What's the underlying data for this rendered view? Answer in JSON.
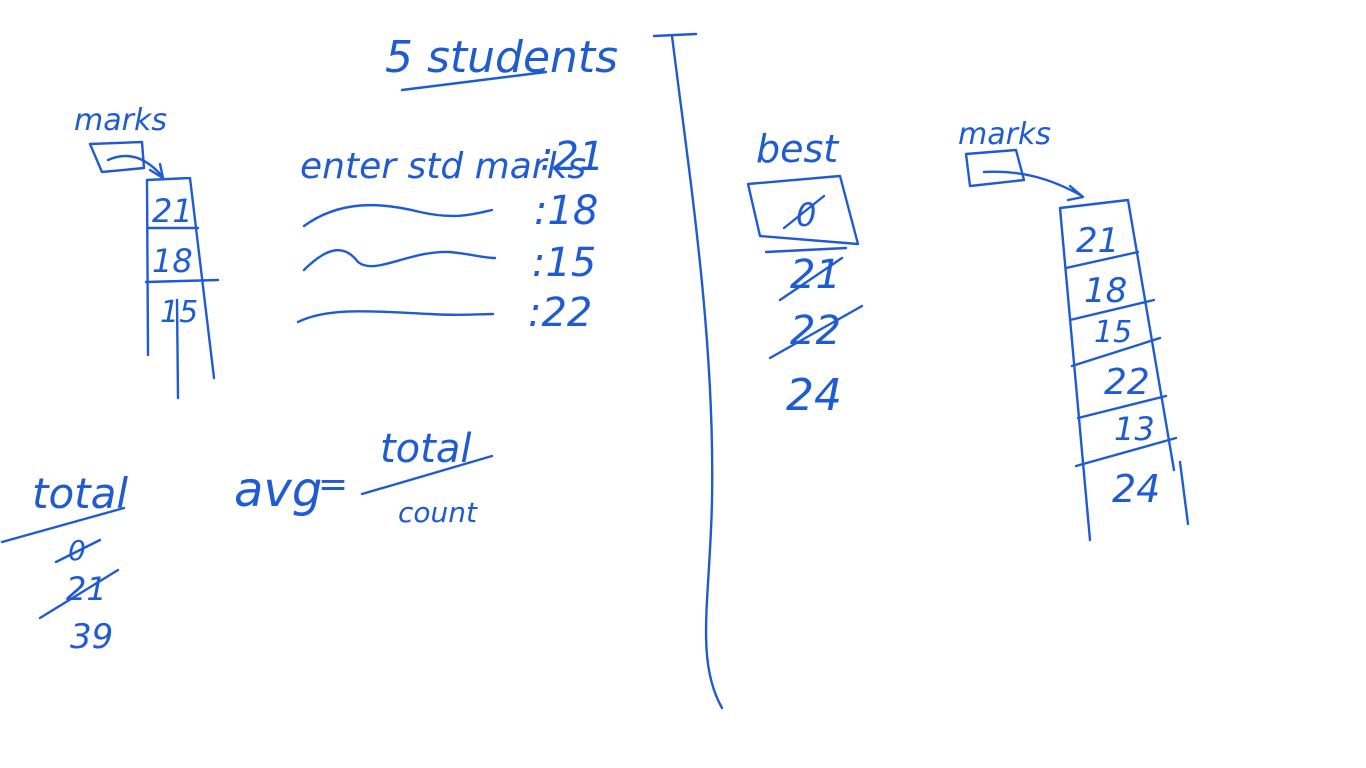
{
  "title": "5 students",
  "left_array": {
    "name": "marks",
    "cells": [
      "21",
      "18",
      "15"
    ]
  },
  "input_prompt": {
    "label": "enter std marks",
    "values": [
      ":21",
      ":18",
      ":15",
      ":22"
    ]
  },
  "total": {
    "name": "total",
    "values": [
      "0",
      "21",
      "39"
    ]
  },
  "avg_formula": {
    "lhs": "avg",
    "equals": "=",
    "numerator": "total",
    "denominator": "count"
  },
  "best": {
    "name": "best",
    "values": [
      "0",
      "21",
      "22",
      "24"
    ]
  },
  "right_array": {
    "name": "marks",
    "cells": [
      "21",
      "18",
      "15",
      "22",
      "13",
      "24"
    ]
  }
}
